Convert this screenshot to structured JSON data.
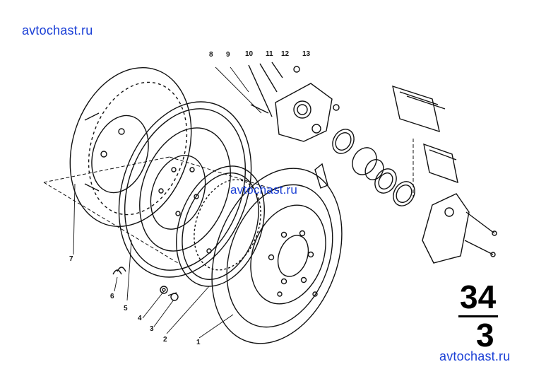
{
  "watermarks": {
    "top": "avtochast.ru",
    "middle": "avtochast.ru",
    "bottom": "avtochast.ru"
  },
  "callouts": [
    "1",
    "2",
    "3",
    "4",
    "5",
    "6",
    "7",
    "8",
    "9",
    "10",
    "11",
    "12",
    "13"
  ],
  "group": {
    "main": "34",
    "sub": "3"
  },
  "colors": {
    "ink": "#111111",
    "watermark": "#1a3fd6",
    "background": "#ffffff"
  }
}
